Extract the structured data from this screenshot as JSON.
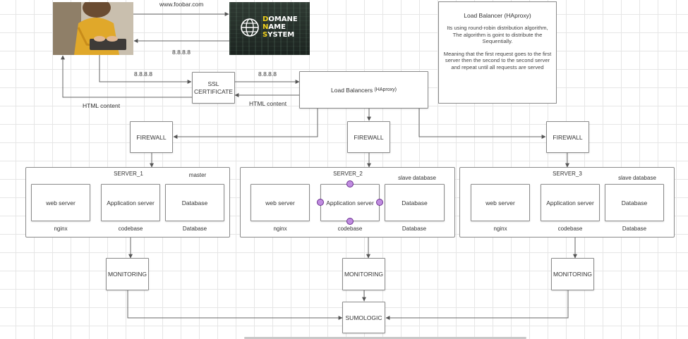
{
  "url_label": "www.foobar.com",
  "ip_top": "8.8.8.8",
  "ip_left": "8.8.8.8",
  "ip_mid": "8.8.8.8",
  "html_content_left": "HTML content",
  "html_content_mid": "HTML content",
  "dns_logo": {
    "line1_first": "D",
    "line1_rest": "OMANE",
    "line2_first": "N",
    "line2_rest": "AME",
    "line3_first": "S",
    "line3_rest": "YSTEM"
  },
  "ssl_line1": "SSL",
  "ssl_line2": "CERTIFICATE",
  "load_balancers": "Load Balancers",
  "load_balancers_suffix": "(HAproxy)",
  "note": {
    "title": "Load Balancer (HAproxy)",
    "p1": "Its using round-robin distribution algorithm, The algorithm is goint to distribute the Sequentially.",
    "p2": "Meaning that the first request goes to the first server then the second to the second server and repeat until all requests are served"
  },
  "firewall": "FIREWALL",
  "monitoring": "MONITORING",
  "sumologic": "SUMOLOGIC",
  "servers": [
    {
      "title": "SERVER_1",
      "role": "master",
      "web": "web server",
      "app": "Application server",
      "db": "Database",
      "nginx": "nginx",
      "codebase": "codebase",
      "dblabel": "Database"
    },
    {
      "title": "SERVER_2",
      "role": "slave database",
      "web": "web server",
      "app": "Application server",
      "db": "Database",
      "nginx": "nginx",
      "codebase": "codebase",
      "dblabel": "Database"
    },
    {
      "title": "SERVER_3",
      "role": "slave database",
      "web": "web server",
      "app": "Application server",
      "db": "Database",
      "nginx": "nginx",
      "codebase": "codebase",
      "dblabel": "Database"
    }
  ],
  "colors": {
    "line": "#555555",
    "grid": "#e6e6e6",
    "handle": "#c08ce0",
    "dns_highlight": "#f1d21e"
  }
}
